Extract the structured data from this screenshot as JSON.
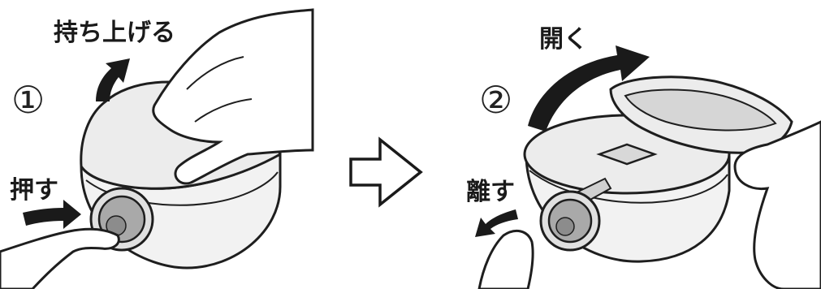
{
  "steps": [
    {
      "number": "①",
      "labels": {
        "lift": "持ち上げる",
        "press": "押す"
      }
    },
    {
      "number": "②",
      "labels": {
        "open": "開く",
        "release": "離す"
      }
    }
  ],
  "colors": {
    "lid_fill": "#ececec",
    "body_fill": "#f2f2f2",
    "button_fill": "#a9a9a9",
    "outline": "#1e1e1e",
    "arrow": "#1a1a1a"
  },
  "icons": {
    "transition": "outline-right-arrow-icon"
  }
}
